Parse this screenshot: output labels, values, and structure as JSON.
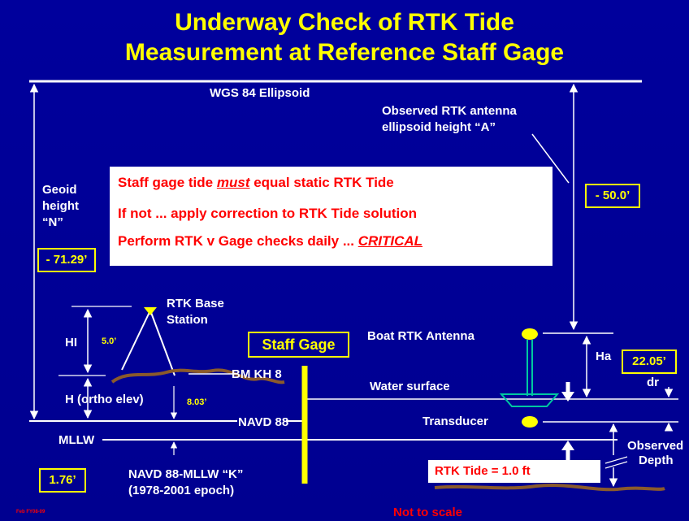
{
  "title_line1": "Underway Check of RTK Tide",
  "title_line2": "Measurement at Reference Staff Gage",
  "labels": {
    "wgs84": "WGS 84 Ellipsoid",
    "observed_rtk_1": "Observed RTK antenna",
    "observed_rtk_2": "ellipsoid height “A”",
    "geoid_1": "Geoid",
    "geoid_2": "height",
    "geoid_3": "“N”",
    "rtk_base_1": "RTK Base",
    "rtk_base_2": "Station",
    "hi": "HI",
    "staff_gage": "Staff Gage",
    "boat_rtk_antenna": "Boat RTK Antenna",
    "ha": "Ha",
    "dr": "dr",
    "bm": "BM KH 8",
    "water_surface": "Water surface",
    "h_ortho": "H (ortho elev)",
    "navd88": "NAVD 88",
    "transducer": "Transducer",
    "mllw": "MLLW",
    "observed_depth_1": "Observed",
    "observed_depth_2": "Depth",
    "k_1": "NAVD 88-MLLW “K”",
    "k_2": "(1978-2001 epoch)"
  },
  "values": {
    "geoid_height": "- 71.29’",
    "antenna_height": "- 50.0’",
    "hi": "5.0’",
    "h_ortho": "8.03’",
    "ha": "22.05’",
    "k": "1.76’",
    "rtk_tide": "RTK Tide = 1.0 ft"
  },
  "callout": {
    "line1_pre": "Staff gage tide ",
    "line1_emph": "must",
    "line1_post": " equal static RTK Tide",
    "line2": "If not ... apply correction to RTK Tide solution",
    "line3_pre": "Perform RTK v Gage checks daily ... ",
    "line3_emph": "CRITICAL"
  },
  "footer": {
    "small": "Feb FY08-09",
    "not_to_scale": "Not to scale"
  },
  "colors": {
    "background": "#000099",
    "title": "#ffff00",
    "highlight": "#ffff00",
    "callout_text": "#ff0000",
    "ground": "#8b5a2b",
    "boat": "#00c8a0"
  }
}
